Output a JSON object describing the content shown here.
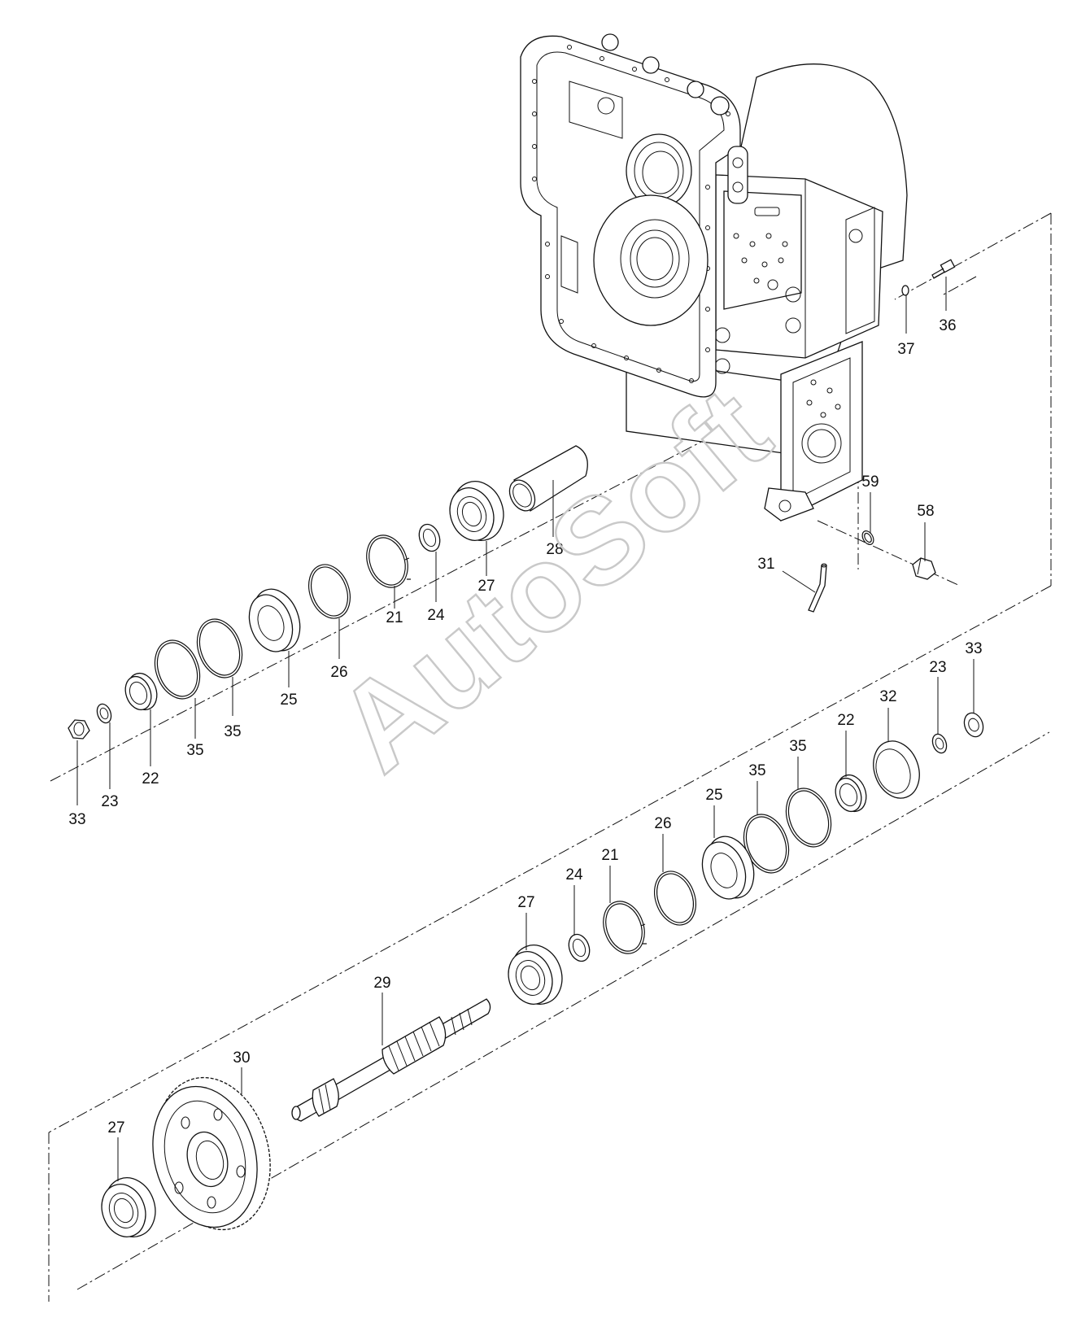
{
  "watermark": "AutoSoft",
  "callouts": {
    "c21a": "21",
    "c21b": "21",
    "c22a": "22",
    "c22b": "22",
    "c23a": "23",
    "c23b": "23",
    "c24a": "24",
    "c24b": "24",
    "c25a": "25",
    "c25b": "25",
    "c26a": "26",
    "c26b": "26",
    "c27a": "27",
    "c27b": "27",
    "c27c": "27",
    "c28": "28",
    "c29": "29",
    "c30": "30",
    "c31": "31",
    "c32": "32",
    "c33a": "33",
    "c33b": "33",
    "c35a": "35",
    "c35b": "35",
    "c35c": "35",
    "c35d": "35",
    "c36": "36",
    "c37": "37",
    "c58": "58",
    "c59": "59"
  }
}
